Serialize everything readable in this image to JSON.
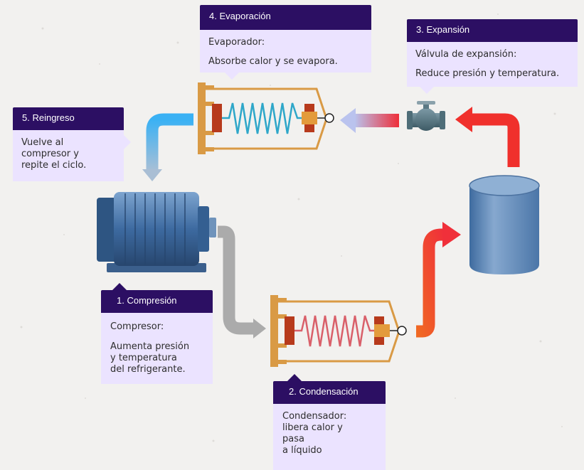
{
  "steps": {
    "compression": {
      "title": "1. Compresión",
      "component": "Compresor:",
      "lines": [
        "Aumenta presión",
        "y temperatura",
        "del refrigerante."
      ]
    },
    "condensation": {
      "title": "2. Condensación",
      "component": "Condensador:",
      "lines": [
        "libera calor y",
        "pasa",
        "a líquido"
      ]
    },
    "expansion": {
      "title": "3. Expansión",
      "component": "Válvula de expansión:",
      "lines": [
        "Reduce presión y temperatura."
      ]
    },
    "evaporation": {
      "title": "4. Evaporación",
      "component": "Evaporador:",
      "lines": [
        "Absorbe calor y se evapora."
      ]
    },
    "reentry": {
      "title": "5. Reingreso",
      "lines": [
        "Vuelve al",
        "compresor y",
        "repite el ciclo."
      ]
    }
  },
  "colors": {
    "header": "#2c0f63",
    "callout_body": "#ebe3ff",
    "hot_arrow": "#f0302c",
    "cold_arrow": "#3aa0e8",
    "gray_arrow": "#a9a9a9",
    "hot_coil": "#d9606a",
    "cold_coil": "#2ea7c9",
    "frame": "#d99a45",
    "tank": "#5c86b5",
    "motor": "#3f6a9a"
  },
  "icons": [
    "compressor-motor-icon",
    "condenser-coil-icon",
    "evaporator-coil-icon",
    "expansion-valve-icon",
    "receiver-tank-icon"
  ]
}
